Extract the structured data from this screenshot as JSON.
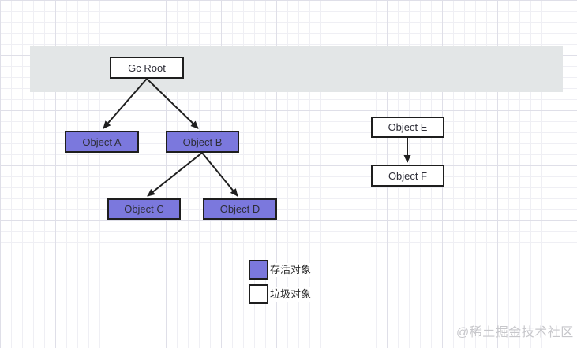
{
  "diagram": {
    "nodes": [
      {
        "id": "gc-root",
        "label": "Gc Root",
        "kind": "root",
        "fill": "#ffffff"
      },
      {
        "id": "object-a",
        "label": "Object A",
        "kind": "live",
        "fill": "#7b78dd"
      },
      {
        "id": "object-b",
        "label": "Object B",
        "kind": "live",
        "fill": "#7b78dd"
      },
      {
        "id": "object-c",
        "label": "Object C",
        "kind": "live",
        "fill": "#7b78dd"
      },
      {
        "id": "object-d",
        "label": "Object D",
        "kind": "live",
        "fill": "#7b78dd"
      },
      {
        "id": "object-e",
        "label": "Object E",
        "kind": "garbage",
        "fill": "#ffffff"
      },
      {
        "id": "object-f",
        "label": "Object F",
        "kind": "garbage",
        "fill": "#ffffff"
      }
    ],
    "edges": [
      {
        "from": "gc-root",
        "to": "object-a"
      },
      {
        "from": "gc-root",
        "to": "object-b"
      },
      {
        "from": "object-b",
        "to": "object-c"
      },
      {
        "from": "object-b",
        "to": "object-d"
      },
      {
        "from": "object-e",
        "to": "object-f"
      }
    ],
    "legend": [
      {
        "label": "存活对象",
        "swatch_color": "#7b78dd"
      },
      {
        "label": "垃圾对象",
        "swatch_color": "#ffffff"
      }
    ],
    "colors": {
      "live_fill": "#7b78dd",
      "garbage_fill": "#ffffff",
      "band_fill": "#e3e6e7",
      "border": "#1e1e1e",
      "arrow": "#1f1f1f"
    },
    "watermark": "@稀土掘金技术社区"
  }
}
